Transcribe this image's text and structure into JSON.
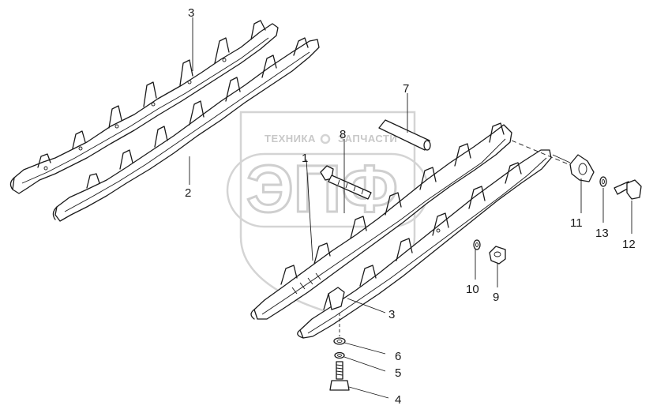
{
  "watermark": {
    "text_left": "ТЕХНИКА",
    "text_right": "ЗАПЧАСТИ",
    "logo_text": "ЭПФ"
  },
  "callouts": {
    "c1": "1",
    "c2": "2",
    "c3_top": "3",
    "c3_bottom": "3",
    "c4": "4",
    "c5": "5",
    "c6": "6",
    "c7": "7",
    "c8": "8",
    "c9": "9",
    "c10": "10",
    "c11": "11",
    "c12": "12",
    "c13": "13"
  },
  "colors": {
    "line": "#1a1a1a",
    "watermark": "#c8c8c8",
    "background": "#ffffff"
  }
}
